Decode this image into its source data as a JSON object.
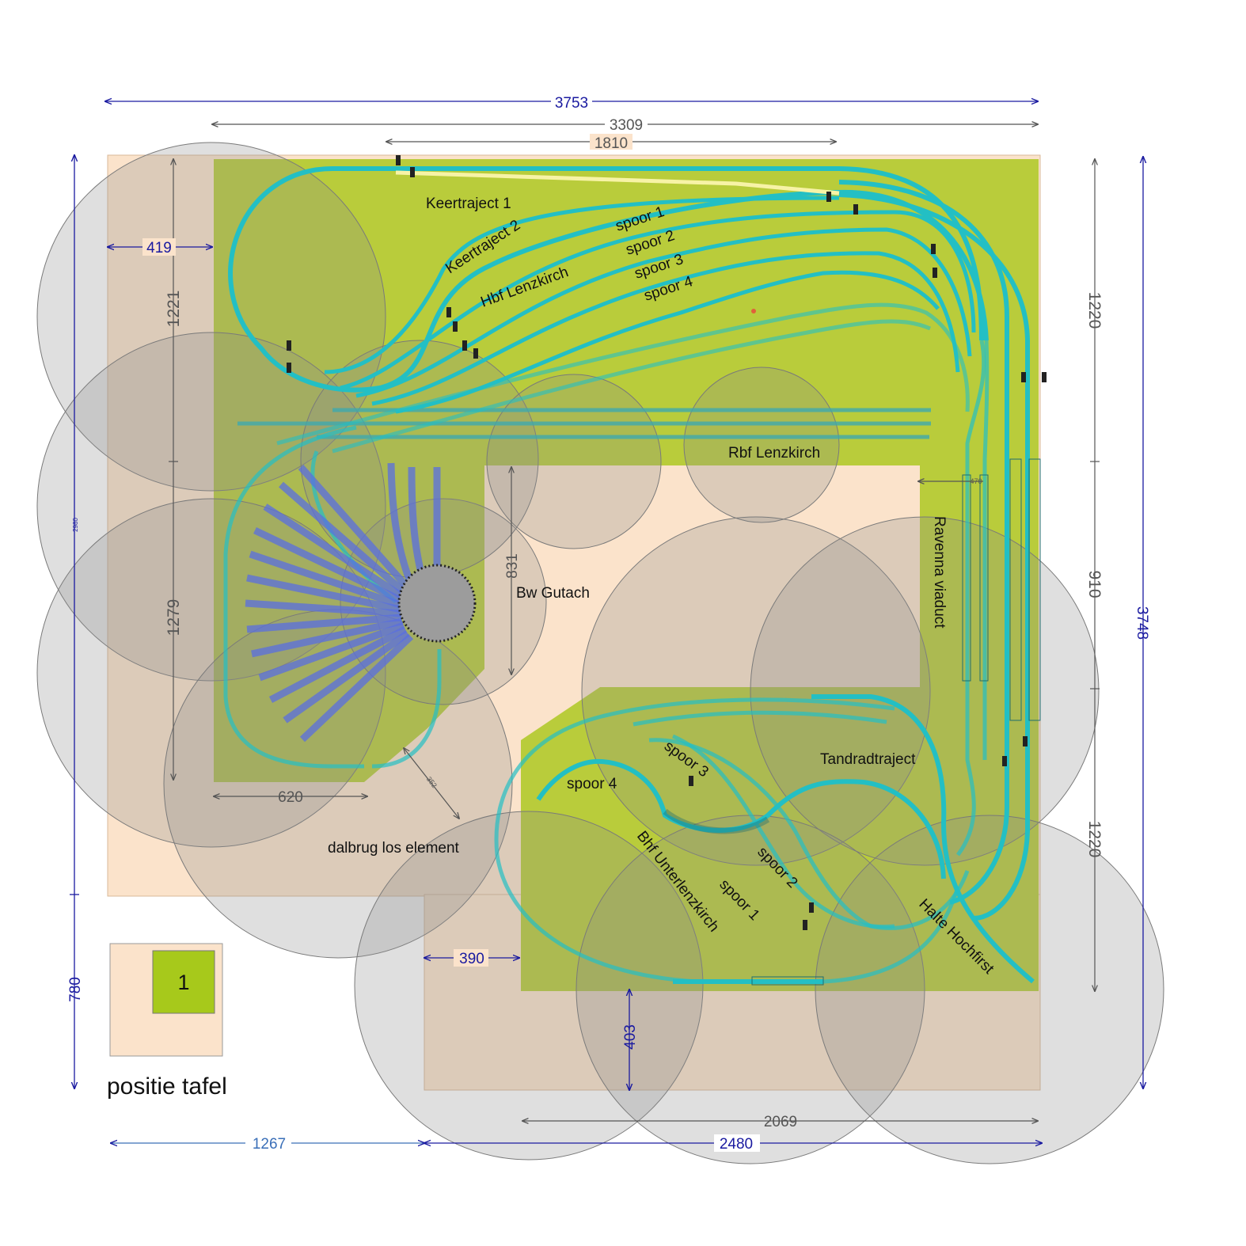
{
  "dimensions": {
    "total_width": "3753",
    "width_3309": "3309",
    "width_1810": "1810",
    "left_419": "419",
    "left_height_2980": "2980",
    "left_height_780": "780",
    "right_height_3748": "3748",
    "inner_1221": "1221",
    "inner_1279": "1279",
    "inner_620": "620",
    "inner_831": "831",
    "diag_352": "352",
    "right_1220_top": "1220",
    "right_910": "910",
    "right_1220_bottom": "1220",
    "inner_470": "470",
    "gap_390": "390",
    "gap_403": "403",
    "bottom_2069": "2069",
    "bottom_1267": "1267",
    "bottom_2480": "2480"
  },
  "labels": {
    "keertraject1": "Keertraject 1",
    "keertraject2": "Keertraject 2",
    "spoor1_top": "spoor 1",
    "spoor2_top": "spoor 2",
    "spoor3_top": "spoor 3",
    "spoor4_top": "spoor 4",
    "hbf": "Hbf Lenzkirch",
    "rbf": "Rbf Lenzkirch",
    "ravenna": "Ravenna viaduct",
    "bw": "Bw Gutach",
    "tandrad": "Tandradtraject",
    "spoor4_bottom": "spoor 4",
    "spoor3_bottom": "spoor 3",
    "spoor2_bottom": "spoor 2",
    "spoor1_bottom": "spoor 1",
    "bhf": "Bhf Unterlenzkirch",
    "halte": "Halte Hochfirst",
    "dalbrug": "dalbrug los element"
  },
  "legend": {
    "table_number": "1",
    "caption": "positie tafel"
  },
  "colors": {
    "board": "#fbe3cb",
    "terrain": "#b9cc3b",
    "track": "#23bfc4",
    "reach_circle": "#9a9a9a",
    "dim_blue": "#1a1aa0",
    "dim_grey": "#666666"
  }
}
